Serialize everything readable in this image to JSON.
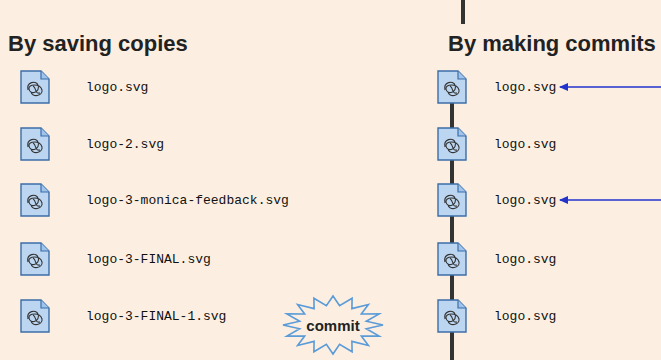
{
  "diagram": {
    "nodes": [
      {
        "text": [
          "commit"
        ]
      }
    ],
    "labels": [
      "By saving copies",
      "By making commits",
      "logo.svg",
      "logo.svg",
      "logo-2.svg",
      "logo.svg",
      "logo-3-monica-feedback.svg",
      "logo.svg",
      "logo-3-FINAL.svg",
      "logo.svg",
      "logo-3-FINAL-1.svg",
      "logo.svg"
    ]
  }
}
